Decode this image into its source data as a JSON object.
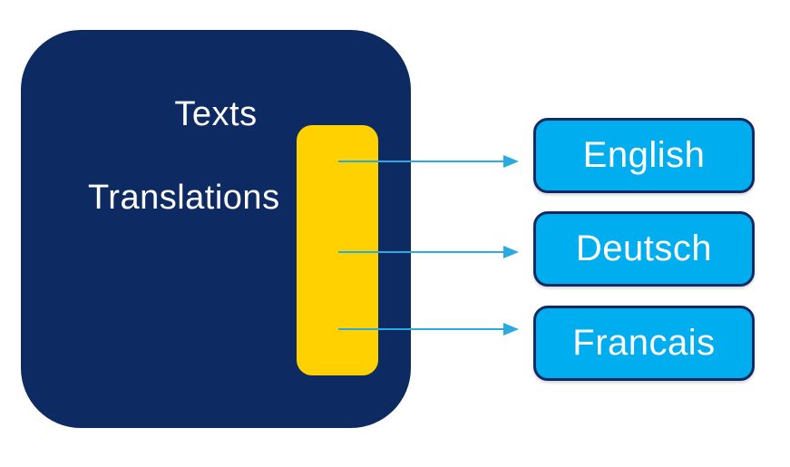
{
  "title": "Texts",
  "subtitle": "Translations",
  "languages": [
    {
      "label": "English"
    },
    {
      "label": "Deutsch"
    },
    {
      "label": "Francais"
    }
  ],
  "icons": {
    "arrow": "arrow-right-icon",
    "arrow_glyph": "→"
  },
  "colors": {
    "navy": "#0E2A63",
    "yellow": "#FFD100",
    "cyan": "#00AEEF",
    "arrow": "#29ABE2",
    "text": "#FFFFFF"
  }
}
